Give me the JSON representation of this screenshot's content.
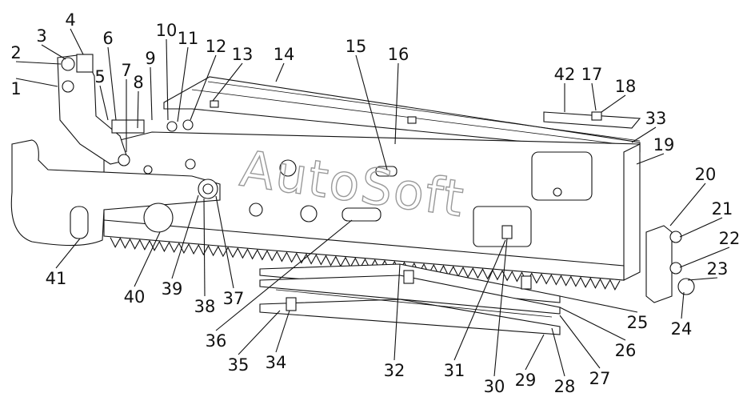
{
  "watermark": "AutoSoft",
  "callouts": [
    {
      "id": "1"
    },
    {
      "id": "2"
    },
    {
      "id": "3"
    },
    {
      "id": "4"
    },
    {
      "id": "5"
    },
    {
      "id": "6"
    },
    {
      "id": "7"
    },
    {
      "id": "8"
    },
    {
      "id": "9"
    },
    {
      "id": "10"
    },
    {
      "id": "11"
    },
    {
      "id": "12"
    },
    {
      "id": "13"
    },
    {
      "id": "14"
    },
    {
      "id": "15"
    },
    {
      "id": "16"
    },
    {
      "id": "17"
    },
    {
      "id": "18"
    },
    {
      "id": "19"
    },
    {
      "id": "20"
    },
    {
      "id": "21"
    },
    {
      "id": "22"
    },
    {
      "id": "23"
    },
    {
      "id": "24"
    },
    {
      "id": "25"
    },
    {
      "id": "26"
    },
    {
      "id": "27"
    },
    {
      "id": "28"
    },
    {
      "id": "29"
    },
    {
      "id": "30"
    },
    {
      "id": "31"
    },
    {
      "id": "32"
    },
    {
      "id": "33"
    },
    {
      "id": "34"
    },
    {
      "id": "35"
    },
    {
      "id": "36"
    },
    {
      "id": "37"
    },
    {
      "id": "38"
    },
    {
      "id": "39"
    },
    {
      "id": "40"
    },
    {
      "id": "41"
    },
    {
      "id": "42"
    }
  ]
}
